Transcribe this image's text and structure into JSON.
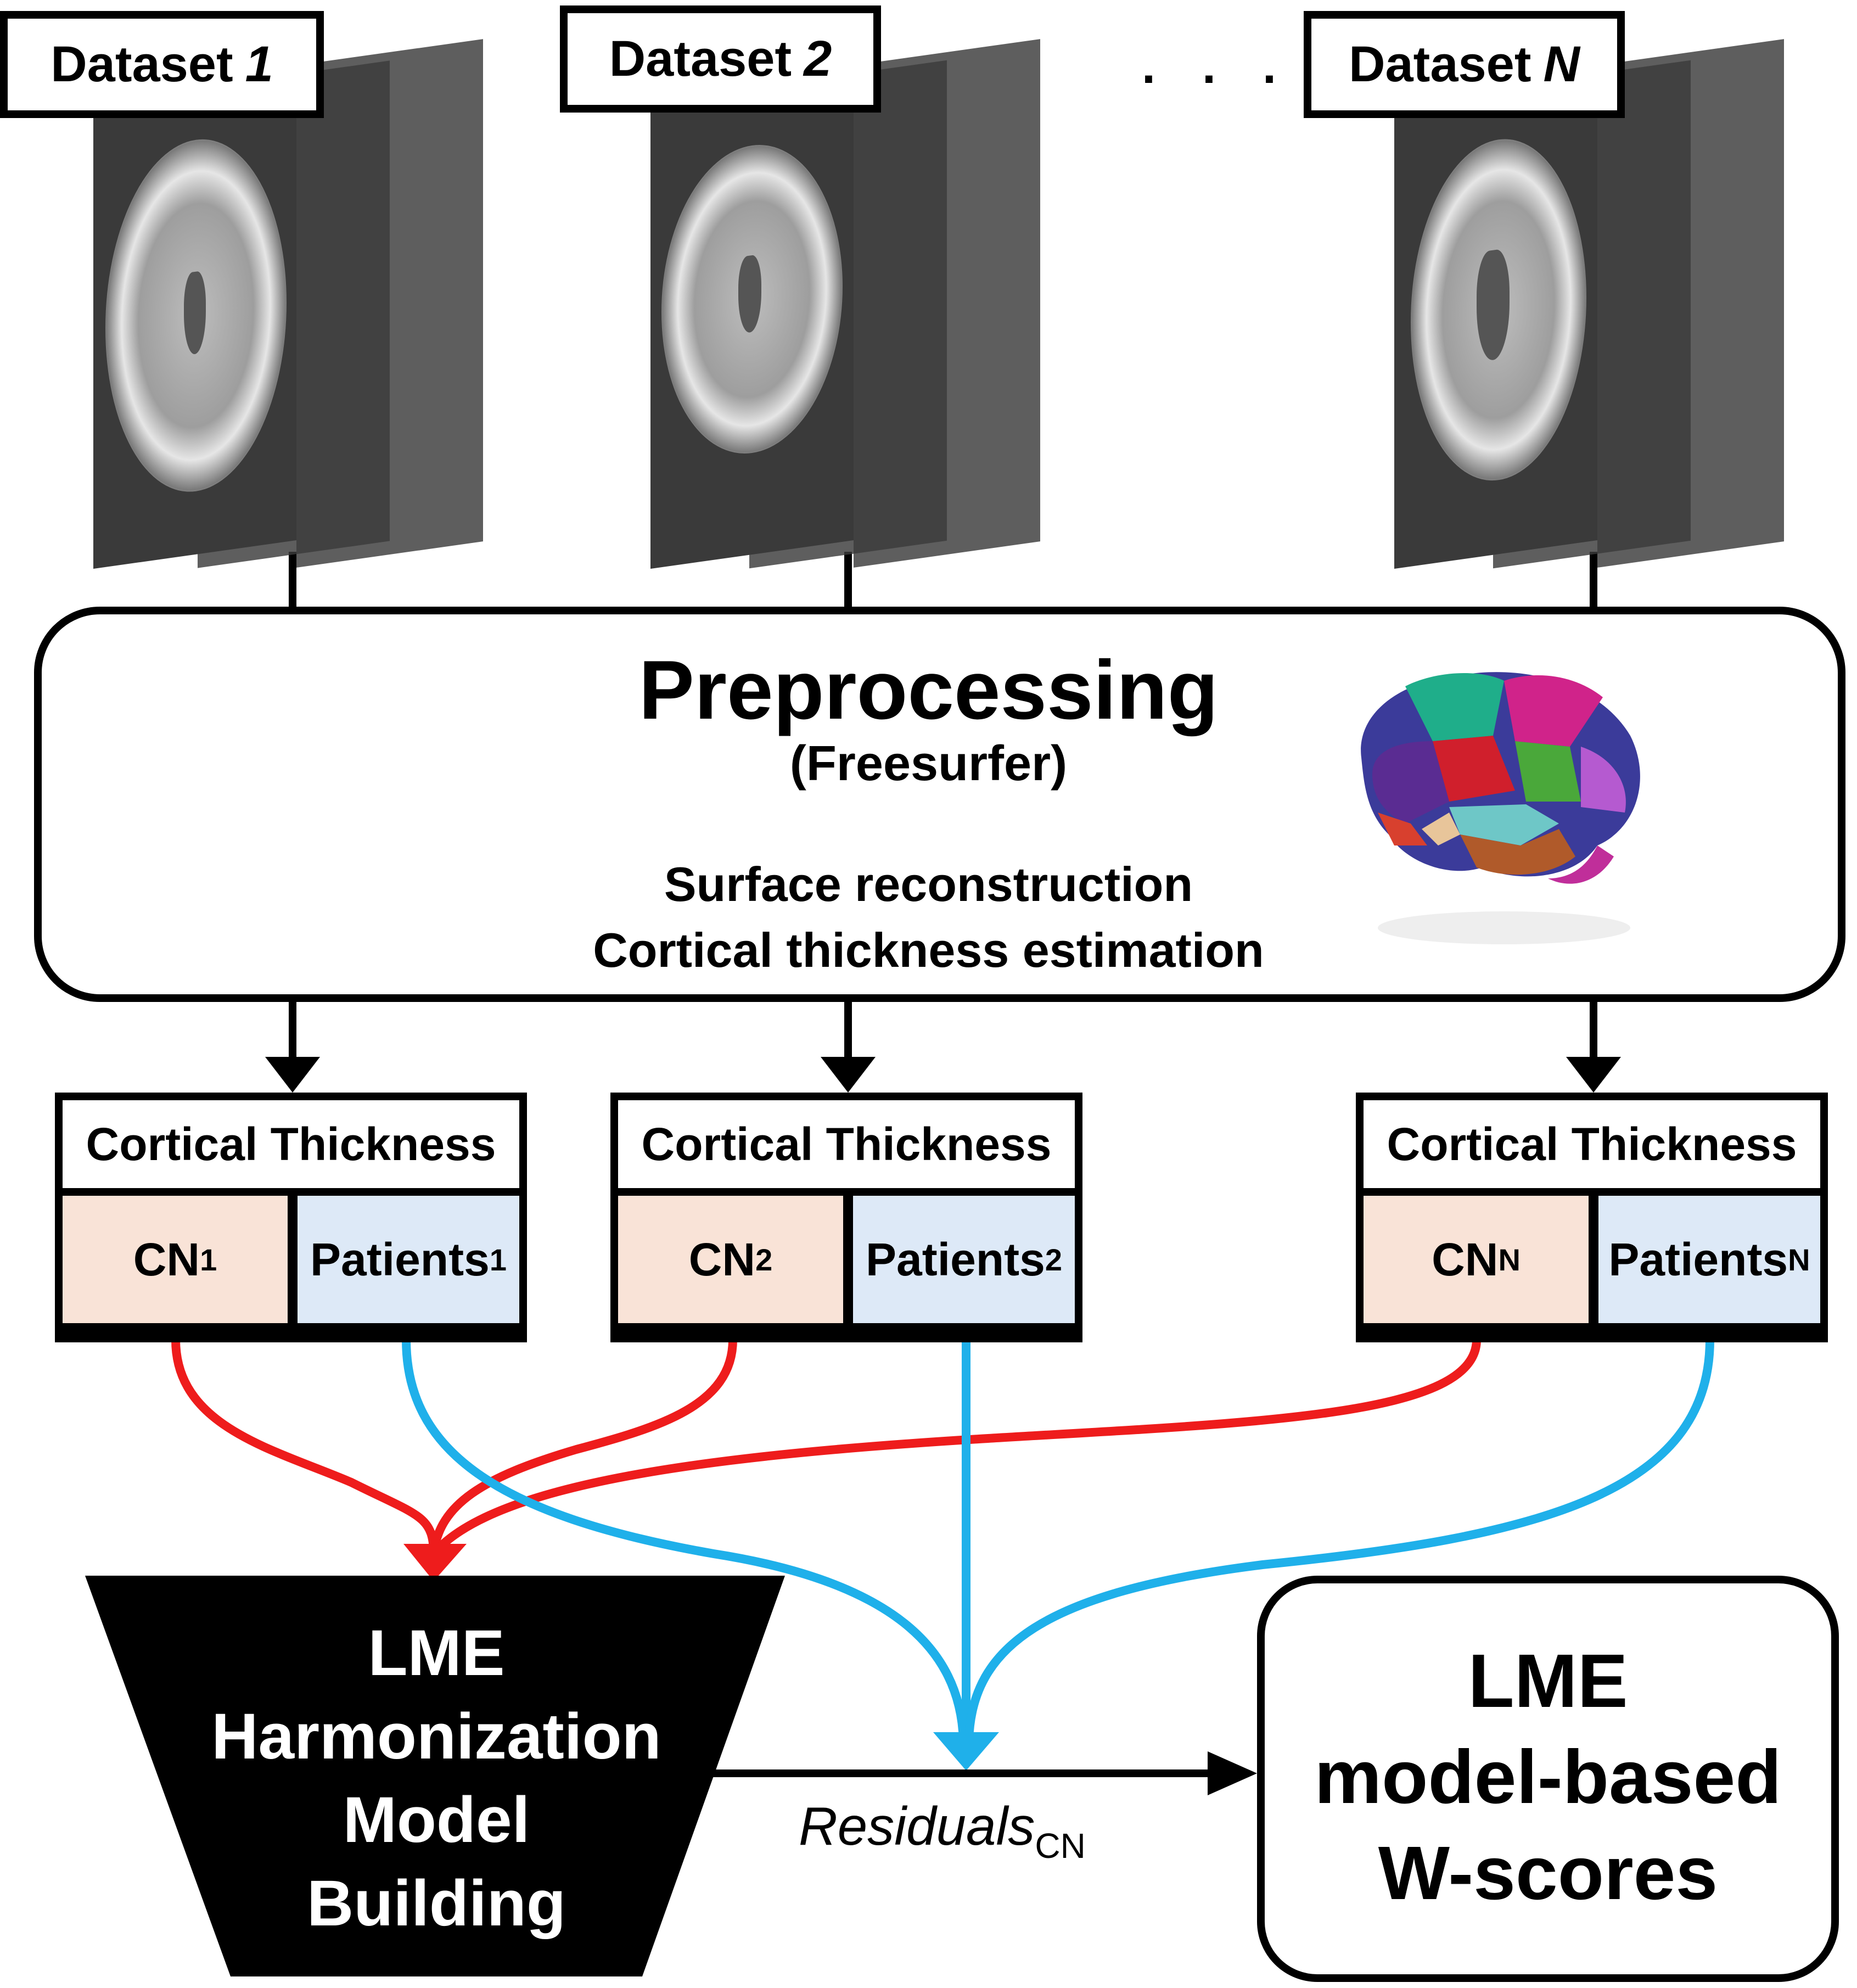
{
  "datasets": [
    {
      "label": "Dataset",
      "index": "1"
    },
    {
      "label": "Dataset",
      "index": "2"
    },
    {
      "label": "Dataset",
      "index": "N"
    }
  ],
  "ellipsis": ". . .",
  "preprocessing": {
    "title": "Preprocessing",
    "subtitle": "(Freesurfer)",
    "steps": [
      "Surface reconstruction",
      "Cortical thickness estimation"
    ]
  },
  "thickness_boxes": [
    {
      "header": "Cortical Thickness",
      "cn": "CN",
      "cn_sub": "1",
      "patients": "Patients",
      "patients_sub": "1"
    },
    {
      "header": "Cortical Thickness",
      "cn": "CN",
      "cn_sub": "2",
      "patients": "Patients",
      "patients_sub": "2"
    },
    {
      "header": "Cortical Thickness",
      "cn": "CN",
      "cn_sub": "N",
      "patients": "Patients",
      "patients_sub": "N"
    }
  ],
  "harmonization": {
    "lines": [
      "LME",
      "Harmonization",
      "Model",
      "Building"
    ]
  },
  "wscores": {
    "lines": [
      "LME",
      "model-based",
      "W-scores"
    ]
  },
  "residuals": {
    "label": "Residuals",
    "sub": "CN"
  },
  "colors": {
    "cn_path": "#ee1c1c",
    "patient_path": "#1fb0ea",
    "cn_fill": "#f9e3d7",
    "patient_fill": "#dde9f7"
  }
}
